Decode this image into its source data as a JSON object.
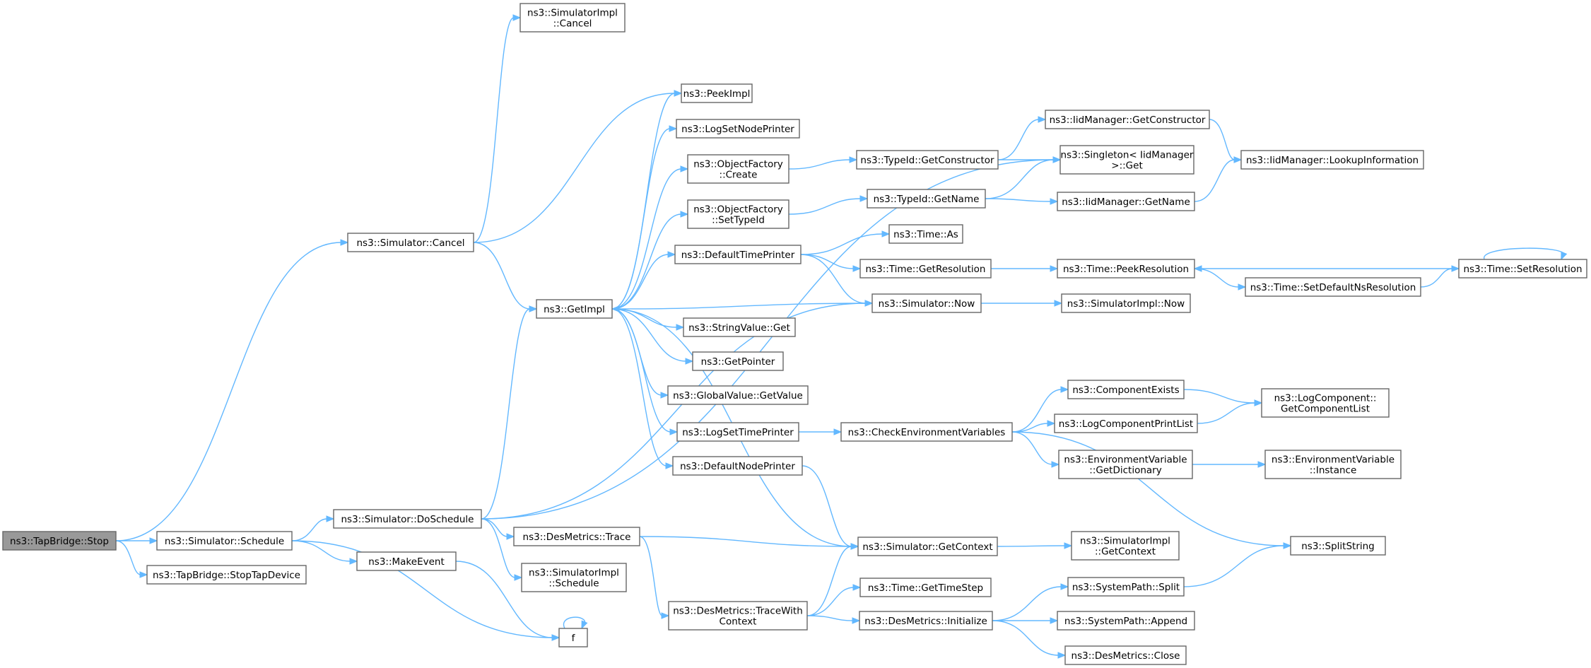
{
  "nodes": [
    {
      "id": "tapbridge_stop",
      "lines": [
        "ns3::TapBridge::Stop"
      ],
      "root": true
    },
    {
      "id": "simimpl_cancel",
      "lines": [
        "ns3::SimulatorImpl",
        "::Cancel"
      ]
    },
    {
      "id": "sim_cancel",
      "lines": [
        "ns3::Simulator::Cancel"
      ]
    },
    {
      "id": "peekimpl",
      "lines": [
        "ns3::PeekImpl"
      ]
    },
    {
      "id": "logsetnodeprinter",
      "lines": [
        "ns3::LogSetNodePrinter"
      ]
    },
    {
      "id": "objfactory_create",
      "lines": [
        "ns3::ObjectFactory",
        "::Create"
      ]
    },
    {
      "id": "typeid_getconstructor",
      "lines": [
        "ns3::TypeId::GetConstructor"
      ]
    },
    {
      "id": "iidmanager_getconstructor",
      "lines": [
        "ns3::IidManager::GetConstructor"
      ]
    },
    {
      "id": "singleton_get",
      "lines": [
        "ns3::Singleton< IidManager",
        " >::Get"
      ]
    },
    {
      "id": "iidmanager_lookup",
      "lines": [
        "ns3::IidManager::LookupInformation"
      ]
    },
    {
      "id": "objfactory_settypeid",
      "lines": [
        "ns3::ObjectFactory",
        "::SetTypeId"
      ]
    },
    {
      "id": "typeid_getname",
      "lines": [
        "ns3::TypeId::GetName"
      ]
    },
    {
      "id": "iidmanager_getname",
      "lines": [
        "ns3::IidManager::GetName"
      ]
    },
    {
      "id": "defaulttimeprinter",
      "lines": [
        "ns3::DefaultTimePrinter"
      ]
    },
    {
      "id": "time_as",
      "lines": [
        "ns3::Time::As"
      ]
    },
    {
      "id": "time_getresolution",
      "lines": [
        "ns3::Time::GetResolution"
      ]
    },
    {
      "id": "time_peekresolution",
      "lines": [
        "ns3::Time::PeekResolution"
      ]
    },
    {
      "id": "time_setresolution",
      "lines": [
        "ns3::Time::SetResolution"
      ]
    },
    {
      "id": "time_setdefaultns",
      "lines": [
        "ns3::Time::SetDefaultNsResolution"
      ]
    },
    {
      "id": "getimpl",
      "lines": [
        "ns3::GetImpl"
      ]
    },
    {
      "id": "sim_now",
      "lines": [
        "ns3::Simulator::Now"
      ]
    },
    {
      "id": "simimpl_now",
      "lines": [
        "ns3::SimulatorImpl::Now"
      ]
    },
    {
      "id": "stringvalue_get",
      "lines": [
        "ns3::StringValue::Get"
      ]
    },
    {
      "id": "getpointer",
      "lines": [
        "ns3::GetPointer"
      ]
    },
    {
      "id": "globalvalue_getvalue",
      "lines": [
        "ns3::GlobalValue::GetValue"
      ]
    },
    {
      "id": "componentexists",
      "lines": [
        "ns3::ComponentExists"
      ]
    },
    {
      "id": "logcomponent_getlist",
      "lines": [
        "ns3::LogComponent::",
        "GetComponentList"
      ]
    },
    {
      "id": "logsettimeprinter",
      "lines": [
        "ns3::LogSetTimePrinter"
      ]
    },
    {
      "id": "checkenvvars",
      "lines": [
        "ns3::CheckEnvironmentVariables"
      ]
    },
    {
      "id": "logcomponentprintlist",
      "lines": [
        "ns3::LogComponentPrintList"
      ]
    },
    {
      "id": "envvar_getdict",
      "lines": [
        "ns3::EnvironmentVariable",
        "::GetDictionary"
      ]
    },
    {
      "id": "envvar_instance",
      "lines": [
        "ns3::EnvironmentVariable",
        "::Instance"
      ]
    },
    {
      "id": "defaultnodeprinter",
      "lines": [
        "ns3::DefaultNodePrinter"
      ]
    },
    {
      "id": "sim_doschedule",
      "lines": [
        "ns3::Simulator::DoSchedule"
      ]
    },
    {
      "id": "sim_schedule",
      "lines": [
        "ns3::Simulator::Schedule"
      ]
    },
    {
      "id": "desmetrics_trace",
      "lines": [
        "ns3::DesMetrics::Trace"
      ]
    },
    {
      "id": "sim_getcontext",
      "lines": [
        "ns3::Simulator::GetContext"
      ]
    },
    {
      "id": "simimpl_getcontext",
      "lines": [
        "ns3::SimulatorImpl",
        "::GetContext"
      ]
    },
    {
      "id": "splitstring",
      "lines": [
        "ns3::SplitString"
      ]
    },
    {
      "id": "tapbridge_stoptap",
      "lines": [
        "ns3::TapBridge::StopTapDevice"
      ]
    },
    {
      "id": "makeevent",
      "lines": [
        "ns3::MakeEvent"
      ]
    },
    {
      "id": "simimpl_schedule",
      "lines": [
        "ns3::SimulatorImpl",
        "::Schedule"
      ]
    },
    {
      "id": "time_gettimestep",
      "lines": [
        "ns3::Time::GetTimeStep"
      ]
    },
    {
      "id": "systempath_split",
      "lines": [
        "ns3::SystemPath::Split"
      ]
    },
    {
      "id": "desmetrics_tracewithcontext",
      "lines": [
        "ns3::DesMetrics::TraceWith",
        "Context"
      ]
    },
    {
      "id": "desmetrics_initialize",
      "lines": [
        "ns3::DesMetrics::Initialize"
      ]
    },
    {
      "id": "systempath_append",
      "lines": [
        "ns3::SystemPath::Append"
      ]
    },
    {
      "id": "f",
      "lines": [
        "f"
      ]
    },
    {
      "id": "desmetrics_close",
      "lines": [
        "ns3::DesMetrics::Close"
      ]
    }
  ],
  "edges": [
    [
      "tapbridge_stop",
      "sim_cancel"
    ],
    [
      "tapbridge_stop",
      "sim_schedule"
    ],
    [
      "tapbridge_stop",
      "tapbridge_stoptap"
    ],
    [
      "sim_cancel",
      "simimpl_cancel"
    ],
    [
      "sim_cancel",
      "peekimpl"
    ],
    [
      "sim_cancel",
      "getimpl"
    ],
    [
      "sim_schedule",
      "sim_doschedule"
    ],
    [
      "sim_schedule",
      "makeevent"
    ],
    [
      "sim_schedule",
      "f"
    ],
    [
      "sim_doschedule",
      "singleton_get"
    ],
    [
      "sim_doschedule",
      "getimpl"
    ],
    [
      "sim_doschedule",
      "sim_now"
    ],
    [
      "sim_doschedule",
      "desmetrics_trace"
    ],
    [
      "sim_doschedule",
      "simimpl_schedule"
    ],
    [
      "makeevent",
      "f"
    ],
    [
      "f",
      "f"
    ],
    [
      "getimpl",
      "peekimpl"
    ],
    [
      "getimpl",
      "logsetnodeprinter"
    ],
    [
      "getimpl",
      "objfactory_create"
    ],
    [
      "getimpl",
      "objfactory_settypeid"
    ],
    [
      "getimpl",
      "defaulttimeprinter"
    ],
    [
      "getimpl",
      "stringvalue_get"
    ],
    [
      "getimpl",
      "getpointer"
    ],
    [
      "getimpl",
      "globalvalue_getvalue"
    ],
    [
      "getimpl",
      "logsettimeprinter"
    ],
    [
      "getimpl",
      "defaultnodeprinter"
    ],
    [
      "getimpl",
      "sim_getcontext"
    ],
    [
      "objfactory_create",
      "typeid_getconstructor"
    ],
    [
      "typeid_getconstructor",
      "iidmanager_getconstructor"
    ],
    [
      "typeid_getconstructor",
      "singleton_get"
    ],
    [
      "iidmanager_getconstructor",
      "iidmanager_lookup"
    ],
    [
      "objfactory_settypeid",
      "typeid_getname"
    ],
    [
      "typeid_getname",
      "singleton_get"
    ],
    [
      "typeid_getname",
      "iidmanager_getname"
    ],
    [
      "iidmanager_getname",
      "iidmanager_lookup"
    ],
    [
      "defaulttimeprinter",
      "time_as"
    ],
    [
      "defaulttimeprinter",
      "time_getresolution"
    ],
    [
      "defaulttimeprinter",
      "sim_now"
    ],
    [
      "time_getresolution",
      "time_peekresolution"
    ],
    [
      "time_peekresolution",
      "time_setdefaultns"
    ],
    [
      "time_setdefaultns",
      "time_setresolution"
    ],
    [
      "time_setresolution",
      "time_peekresolution"
    ],
    [
      "time_setresolution",
      "time_setresolution"
    ],
    [
      "sim_now",
      "getimpl"
    ],
    [
      "sim_now",
      "simimpl_now"
    ],
    [
      "logsettimeprinter",
      "checkenvvars"
    ],
    [
      "checkenvvars",
      "componentexists"
    ],
    [
      "checkenvvars",
      "logcomponentprintlist"
    ],
    [
      "checkenvvars",
      "envvar_getdict"
    ],
    [
      "checkenvvars",
      "splitstring"
    ],
    [
      "componentexists",
      "logcomponent_getlist"
    ],
    [
      "logcomponentprintlist",
      "logcomponent_getlist"
    ],
    [
      "envvar_getdict",
      "envvar_instance"
    ],
    [
      "defaultnodeprinter",
      "sim_getcontext"
    ],
    [
      "desmetrics_trace",
      "sim_getcontext"
    ],
    [
      "desmetrics_trace",
      "desmetrics_tracewithcontext"
    ],
    [
      "sim_getcontext",
      "simimpl_getcontext"
    ],
    [
      "desmetrics_tracewithcontext",
      "sim_getcontext"
    ],
    [
      "desmetrics_tracewithcontext",
      "time_gettimestep"
    ],
    [
      "desmetrics_tracewithcontext",
      "desmetrics_initialize"
    ],
    [
      "desmetrics_initialize",
      "systempath_split"
    ],
    [
      "desmetrics_initialize",
      "systempath_append"
    ],
    [
      "desmetrics_initialize",
      "desmetrics_close"
    ],
    [
      "systempath_split",
      "splitstring"
    ]
  ]
}
